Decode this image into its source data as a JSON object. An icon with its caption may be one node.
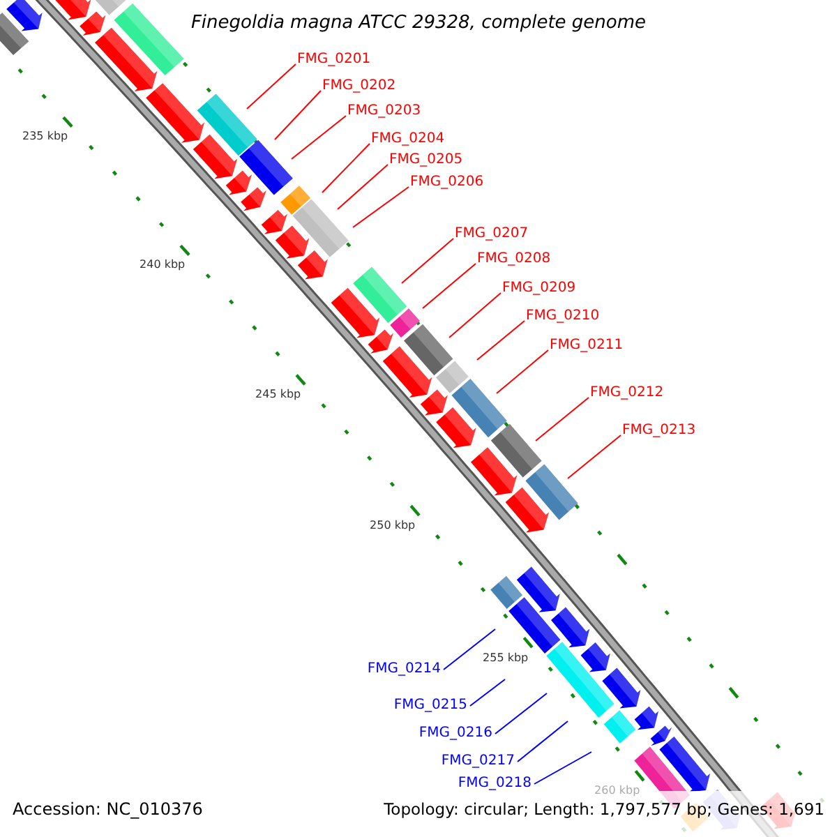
{
  "diagram": {
    "title": "Finegoldia magna ATCC 29328, complete genome",
    "nodes": [
      {
        "text": [
          "FMG_0201"
        ]
      },
      {
        "text": [
          "FMG_0202"
        ]
      },
      {
        "text": [
          "FMG_0203"
        ]
      },
      {
        "text": [
          "FMG_0204"
        ]
      },
      {
        "text": [
          "FMG_0205"
        ]
      },
      {
        "text": [
          "FMG_0206"
        ]
      },
      {
        "text": [
          "FMG_0207"
        ]
      },
      {
        "text": [
          "FMG_0208"
        ]
      },
      {
        "text": [
          "FMG_0209"
        ]
      },
      {
        "text": [
          "FMG_0210"
        ]
      },
      {
        "text": [
          "FMG_0211"
        ]
      },
      {
        "text": [
          "FMG_0212"
        ]
      },
      {
        "text": [
          "FMG_0213"
        ]
      },
      {
        "text": [
          "FMG_0214"
        ]
      },
      {
        "text": [
          "FMG_0215"
        ]
      },
      {
        "text": [
          "FMG_0216"
        ]
      },
      {
        "text": [
          "FMG_0217"
        ]
      },
      {
        "text": [
          "FMG_0218"
        ]
      }
    ],
    "edges": [
      {
        "from": 0,
        "to": null,
        "arrow": "none"
      },
      {
        "from": 1,
        "to": null,
        "arrow": "none"
      },
      {
        "from": 2,
        "to": null,
        "arrow": "none"
      },
      {
        "from": 3,
        "to": null,
        "arrow": "none"
      },
      {
        "from": 4,
        "to": null,
        "arrow": "none"
      },
      {
        "from": 5,
        "to": null,
        "arrow": "none"
      },
      {
        "from": 6,
        "to": null,
        "arrow": "none"
      },
      {
        "from": 7,
        "to": null,
        "arrow": "none"
      },
      {
        "from": 8,
        "to": null,
        "arrow": "none"
      },
      {
        "from": 9,
        "to": null,
        "arrow": "none"
      },
      {
        "from": 10,
        "to": null,
        "arrow": "none"
      },
      {
        "from": 11,
        "to": null,
        "arrow": "none"
      },
      {
        "from": 12,
        "to": null,
        "arrow": "none"
      },
      {
        "from": 13,
        "to": null,
        "arrow": "none",
        "color": "#0000ff"
      },
      {
        "from": 14,
        "to": null,
        "arrow": "none",
        "color": "#0000ff"
      },
      {
        "from": 15,
        "to": null,
        "arrow": "none",
        "color": "#0000ff"
      },
      {
        "from": 16,
        "to": null,
        "arrow": "none",
        "color": "#0000ff"
      },
      {
        "from": 17,
        "to": null,
        "arrow": "none",
        "color": "#0000ff"
      }
    ],
    "labels": [
      "235 kbp",
      "240 kbp",
      "245 kbp",
      "250 kbp",
      "255 kbp",
      "260 kbp",
      "Accession: NC_010376",
      "Topology: circular; Length: 1,797,577 bp; Genes: 1,691"
    ]
  }
}
